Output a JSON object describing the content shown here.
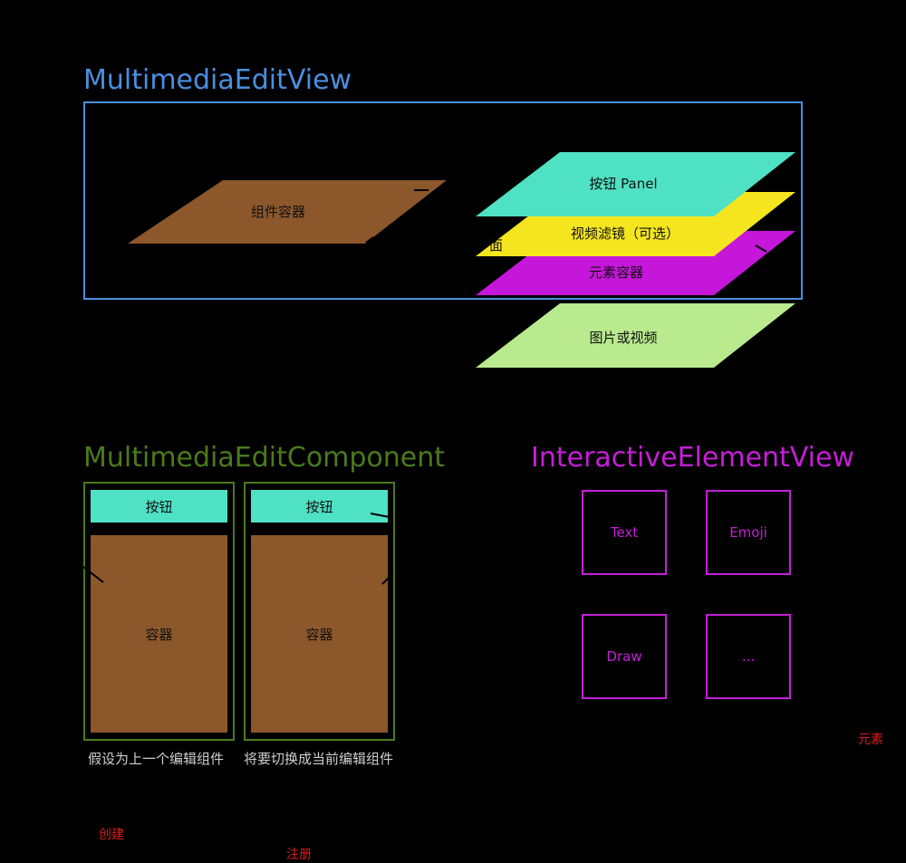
{
  "colors": {
    "view_blue": "#4a8fe0",
    "component_green": "#4a7a1c",
    "element_purple": "#c61ed6",
    "panel_teal": "#4fe1c3",
    "filter_yellow": "#f5e51e",
    "element_magenta": "#c516d9",
    "media_green": "#b9ea8e",
    "container_brown": "#8c572a",
    "note_red": "#e0191c"
  },
  "multimedia_edit_view": {
    "title": "MultimediaEditView",
    "component_container_label": "组件容器",
    "layers": {
      "button_panel": "按钮 Panel",
      "video_filter": "视频滤镜（可选）",
      "element_container": "元素容器",
      "image_or_video": "图片或视频"
    },
    "partial_label": "面"
  },
  "multimedia_edit_component": {
    "title": "MultimediaEditComponent",
    "previous": {
      "button_label": "按钮",
      "container_label": "容器",
      "caption": "假设为上一个编辑组件"
    },
    "current": {
      "button_label": "按钮",
      "container_label": "容器",
      "caption": "将要切换成当前编辑组件"
    }
  },
  "interactive_element_view": {
    "title": "InteractiveElementView",
    "elements": [
      "Text",
      "Emoji",
      "Draw",
      "..."
    ]
  },
  "notes": {
    "element": "元素",
    "create": "创建",
    "register": "注册"
  }
}
